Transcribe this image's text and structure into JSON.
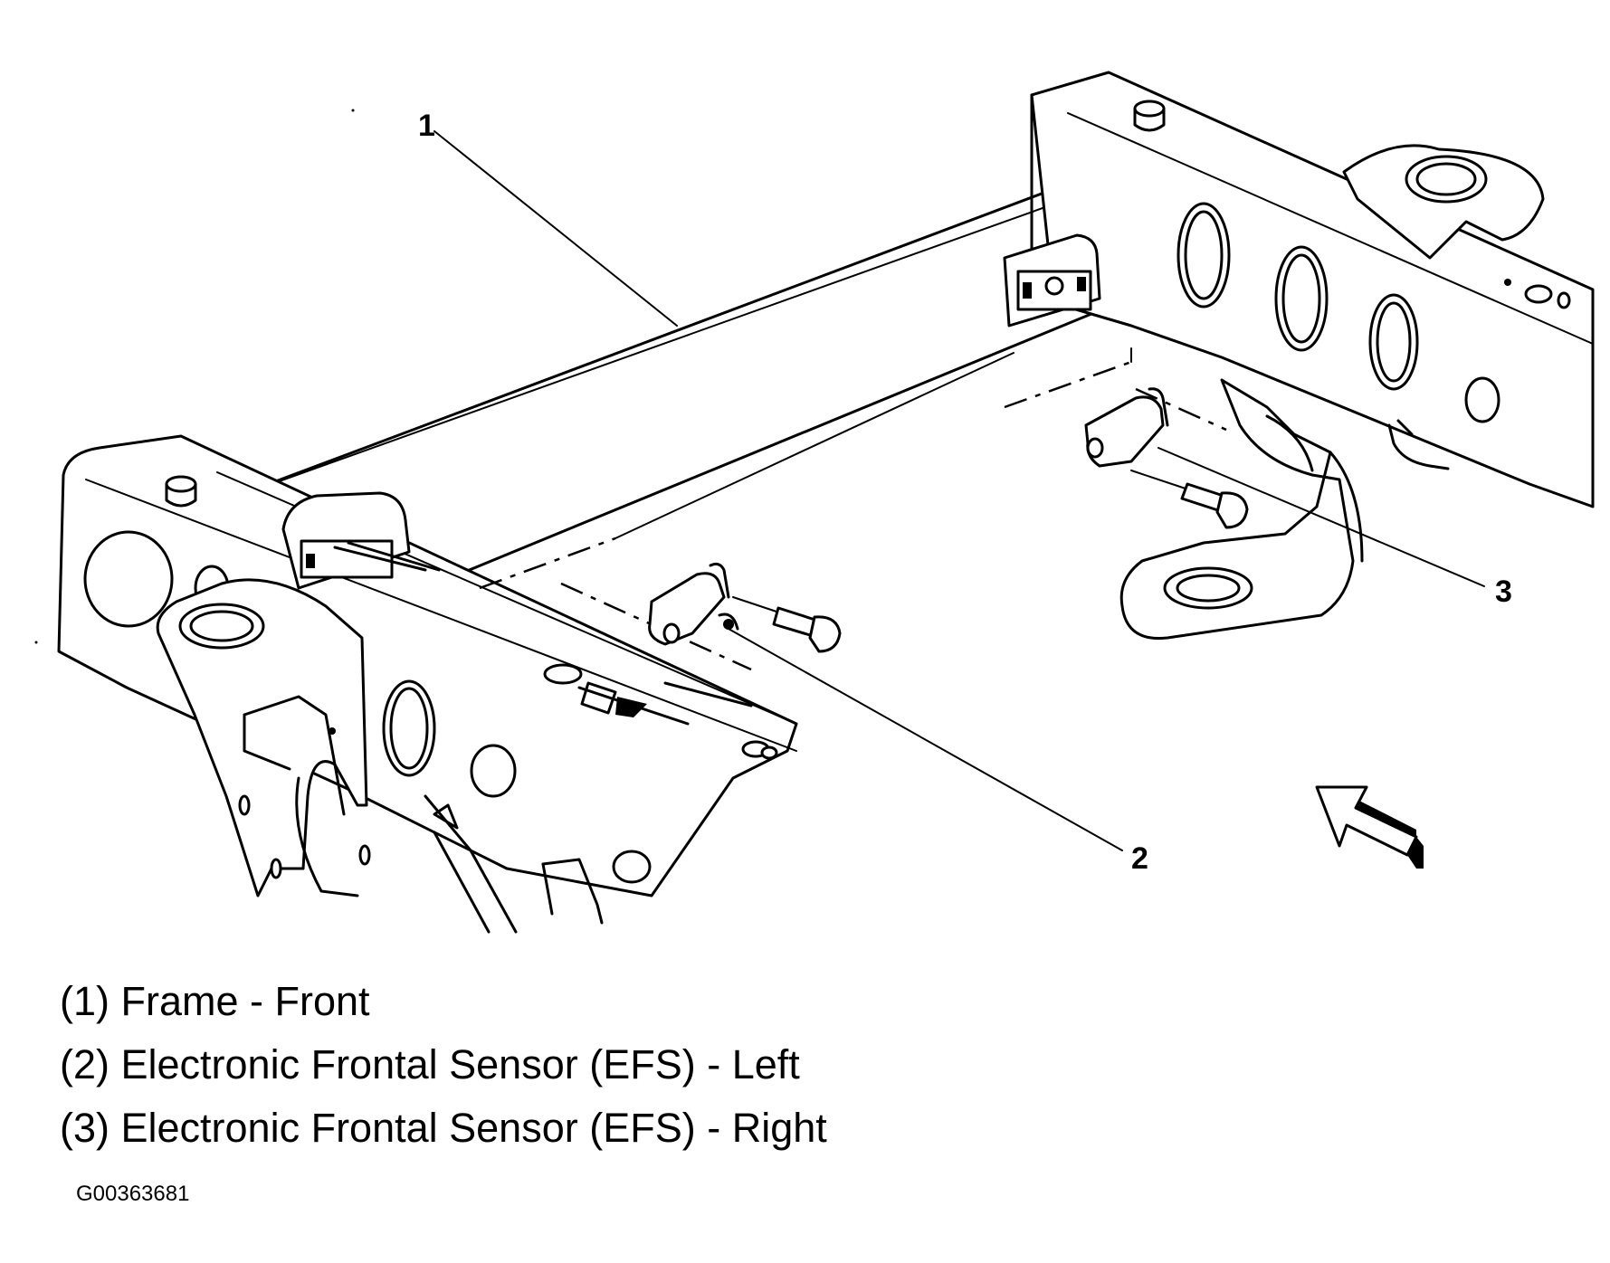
{
  "callouts": [
    "1",
    "2",
    "3"
  ],
  "legend": [
    "(1) Frame - Front",
    "(2) Electronic Frontal Sensor (EFS) - Left",
    "(3) Electronic Frontal Sensor (EFS) - Right"
  ],
  "figure_id": "G00363681"
}
